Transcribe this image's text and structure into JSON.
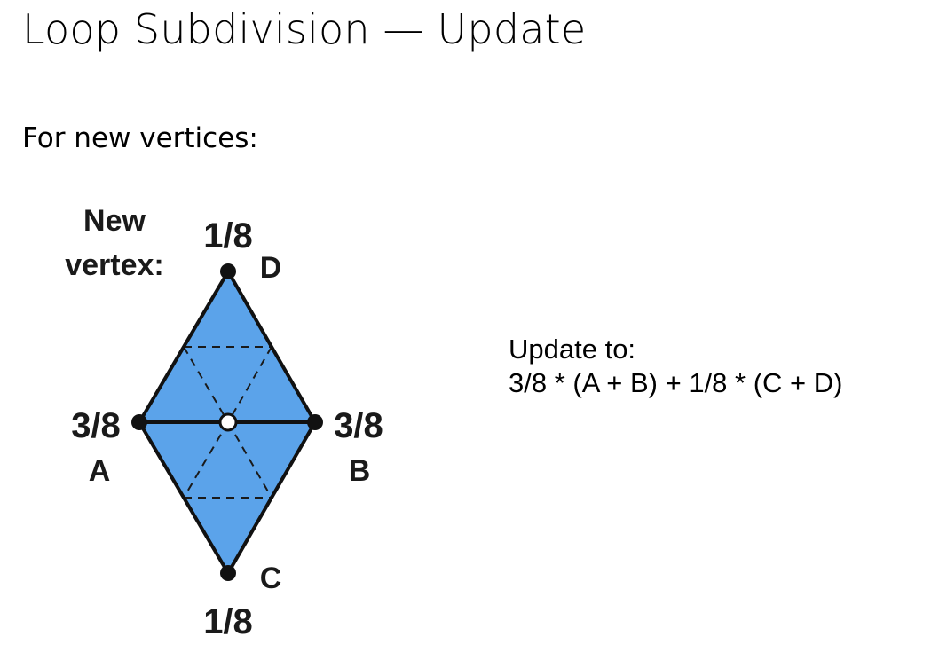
{
  "slide": {
    "title": "Loop Subdivision — Update",
    "subheading": "For new vertices:"
  },
  "diagram": {
    "caption_line1": "New",
    "caption_line2": "vertex:",
    "vertices": {
      "D": {
        "name": "D",
        "weight": "1/8"
      },
      "A": {
        "name": "A",
        "weight": "3/8"
      },
      "B": {
        "name": "B",
        "weight": "3/8"
      },
      "C": {
        "name": "C",
        "weight": "1/8"
      }
    },
    "colors": {
      "fill": "#5ba3ea",
      "edge": "#111111",
      "dashed": "#1a1a1a",
      "new_vertex_fill": "#ffffff"
    }
  },
  "formula": {
    "line1": "Update to:",
    "line2": "3/8 * (A + B) + 1/8 * (C + D)"
  }
}
